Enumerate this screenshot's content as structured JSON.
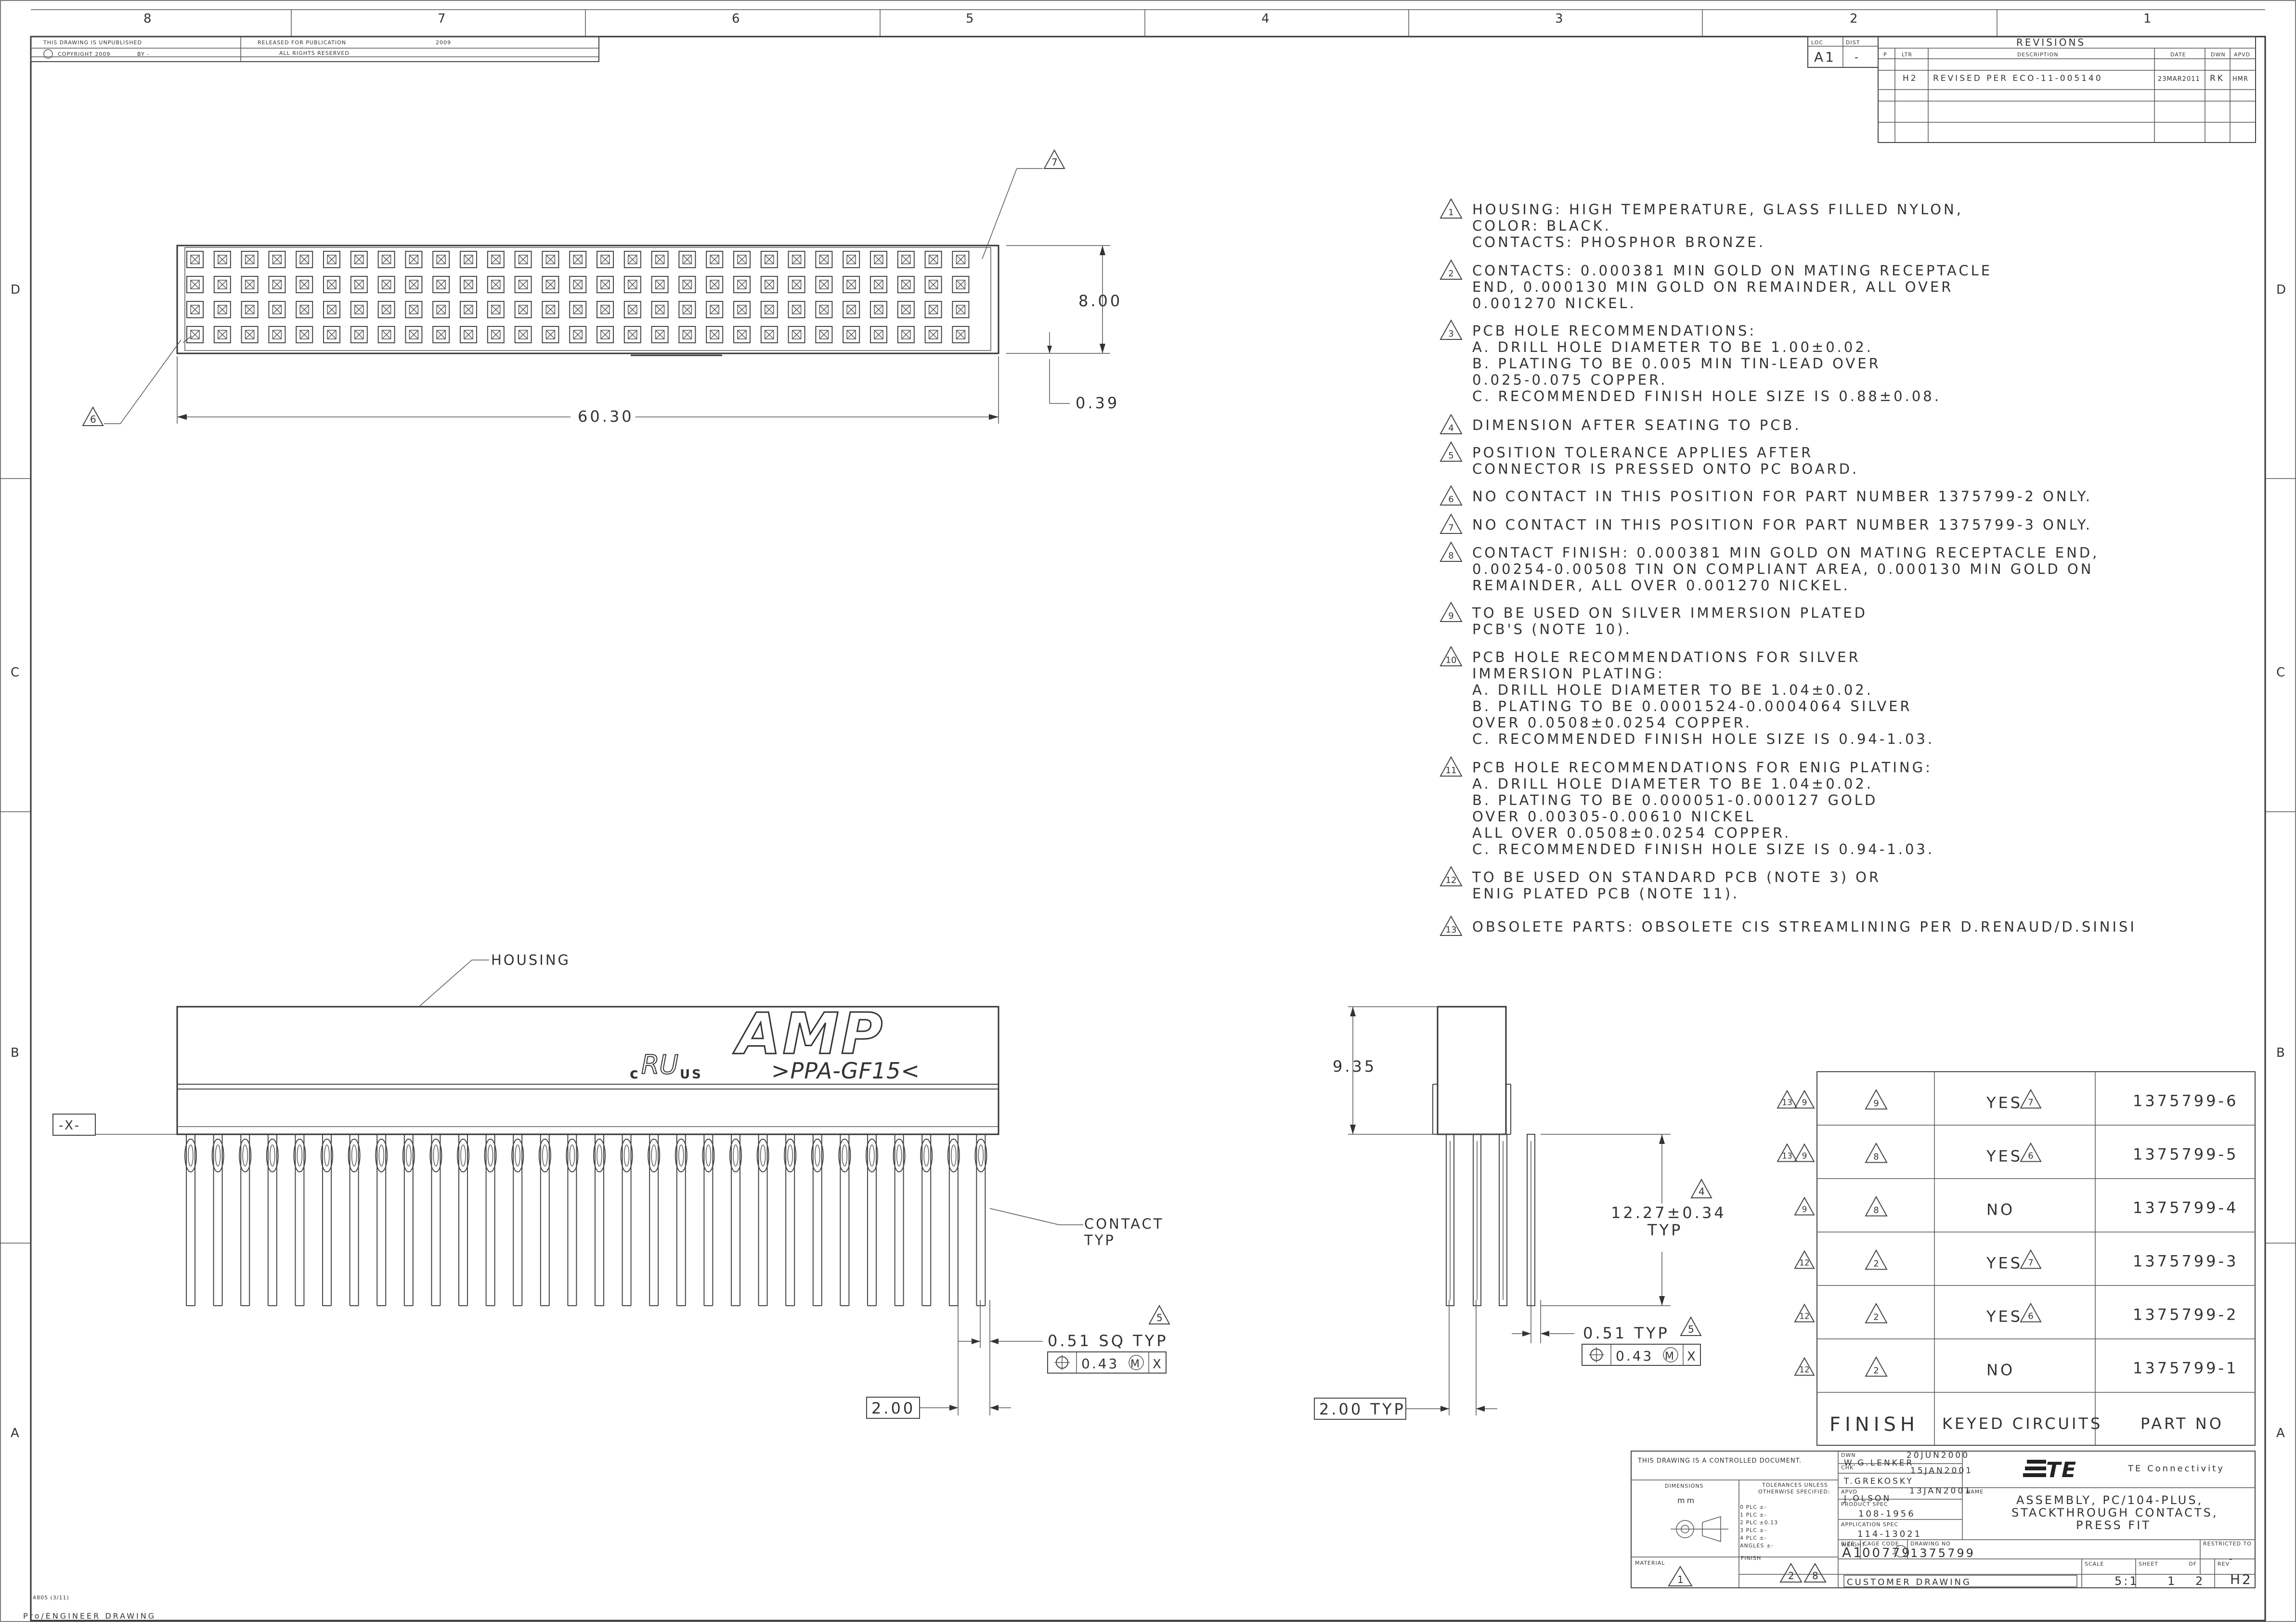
{
  "zone_cols": [
    "8",
    "7",
    "6",
    "5",
    "4",
    "3",
    "2",
    "1"
  ],
  "zone_rows": [
    "D",
    "C",
    "B",
    "A"
  ],
  "header": {
    "unpublished": "THIS DRAWING IS UNPUBLISHED",
    "copyright": "COPYRIGHT 2009",
    "by": "BY -",
    "released": "RELEASED FOR PUBLICATION",
    "year": "2009",
    "rights": "ALL RIGHTS RESERVED"
  },
  "revisions": {
    "loc_label": "LOC",
    "loc_value": "A1",
    "dist_label": "DIST",
    "dist_value": "-",
    "title": "REVISIONS",
    "col_p": "P",
    "col_ltr": "LTR",
    "col_desc": "DESCRIPTION",
    "col_date": "DATE",
    "col_dwn": "DWN",
    "col_apvd": "APVD",
    "row_ltr": "H2",
    "row_desc": "REVISED PER ECO-11-005140",
    "row_date": "23MAR2011",
    "row_dwn": "RK",
    "row_apvd": "HMR"
  },
  "top_view": {
    "flag_7": "7",
    "flag_6": "6",
    "height_dim": "8.00",
    "length_dim": "60.30",
    "offset_dim": "0.39"
  },
  "notes": [
    {
      "num": "1",
      "lines": [
        "HOUSING: HIGH TEMPERATURE, GLASS FILLED NYLON,",
        "   COLOR: BLACK.",
        "CONTACTS: PHOSPHOR BRONZE."
      ]
    },
    {
      "num": "2",
      "lines": [
        "CONTACTS: 0.000381 MIN GOLD ON MATING RECEPTACLE",
        " END, 0.000130 MIN GOLD ON REMAINDER, ALL OVER",
        " 0.001270 NICKEL."
      ]
    },
    {
      "num": "3",
      "lines": [
        "PCB HOLE RECOMMENDATIONS:",
        " A. DRILL HOLE DIAMETER TO BE 1.00±0.02.",
        " B. PLATING TO BE 0.005 MIN TIN-LEAD OVER",
        "      0.025-0.075 COPPER.",
        " C. RECOMMENDED FINISH HOLE SIZE IS 0.88±0.08."
      ]
    },
    {
      "num": "4",
      "lines": [
        "DIMENSION AFTER SEATING TO PCB."
      ]
    },
    {
      "num": "5",
      "lines": [
        "POSITION TOLERANCE APPLIES AFTER",
        " CONNECTOR IS PRESSED ONTO PC BOARD."
      ]
    },
    {
      "num": "6",
      "lines": [
        "NO CONTACT IN THIS POSITION FOR PART NUMBER 1375799-2 ONLY."
      ]
    },
    {
      "num": "7",
      "lines": [
        "NO CONTACT IN THIS POSITION FOR PART NUMBER 1375799-3 ONLY."
      ]
    },
    {
      "num": "8",
      "lines": [
        "CONTACT FINISH: 0.000381 MIN GOLD ON MATING RECEPTACLE END,",
        " 0.00254-0.00508 TIN ON COMPLIANT AREA, 0.000130 MIN GOLD ON",
        " REMAINDER,  ALL OVER 0.001270 NICKEL."
      ]
    },
    {
      "num": "9",
      "lines": [
        "TO BE USED ON SILVER IMMERSION PLATED",
        "  PCB'S (NOTE 10)."
      ]
    },
    {
      "num": "10",
      "lines": [
        "PCB HOLE RECOMMENDATIONS FOR SILVER",
        " IMMERSION PLATING:",
        "A. DRILL HOLE DIAMETER TO BE 1.04±0.02.",
        "B. PLATING TO BE 0.0001524-0.0004064 SILVER",
        "      OVER 0.0508±0.0254 COPPER.",
        "C. RECOMMENDED FINISH HOLE SIZE IS 0.94-1.03."
      ]
    },
    {
      "num": "11",
      "lines": [
        "PCB HOLE RECOMMENDATIONS FOR ENIG PLATING:",
        "A. DRILL HOLE DIAMETER TO BE 1.04±0.02.",
        "B. PLATING TO BE 0.000051-0.000127 GOLD",
        "      OVER 0.00305-0.00610 NICKEL",
        "      ALL OVER 0.0508±0.0254 COPPER.",
        "C. RECOMMENDED FINISH HOLE SIZE IS 0.94-1.03."
      ]
    },
    {
      "num": "12",
      "lines": [
        "TO BE USED ON STANDARD PCB (NOTE 3) OR",
        " ENIG PLATED PCB (NOTE 11)."
      ]
    },
    {
      "num": "13",
      "lines": [
        " OBSOLETE PARTS: OBSOLETE CIS STREAMLINING PER D.RENAUD/D.SINISI"
      ]
    }
  ],
  "side_view": {
    "housing_label": "HOUSING",
    "datum_x": "-X-",
    "logo_text": "AMP",
    "material_mark": ">PPA-GF15<",
    "ul_c": "c",
    "ul_mark": "RU",
    "ul_us": "US",
    "contact_label_1": "CONTACT",
    "contact_label_2": "TYP",
    "flag_5": "5",
    "sq_dim": "0.51 SQ TYP",
    "tol_value": "0.43",
    "tol_m": "M",
    "tol_datum": "X",
    "pitch_dim": "2.00"
  },
  "end_view": {
    "height_dim": "9.35",
    "flag_4": "4",
    "tail_dim_1": "12.27±0.34",
    "tail_dim_2": "TYP",
    "tail_dim": "0.51 TYP",
    "flag_5": "5",
    "tol_value": "0.43",
    "tol_m": "M",
    "tol_datum": "X",
    "pitch_dim": "2.00 TYP"
  },
  "part_table": {
    "rows": [
      {
        "flags": [
          "13",
          "9"
        ],
        "finish": "9",
        "keyed": "YES",
        "keyed_flag": "7",
        "part": "1375799-6"
      },
      {
        "flags": [
          "13",
          "9"
        ],
        "finish": "8",
        "keyed": "YES",
        "keyed_flag": "6",
        "part": "1375799-5"
      },
      {
        "flags": [
          "9"
        ],
        "finish": "8",
        "keyed": "NO",
        "keyed_flag": "",
        "part": "1375799-4"
      },
      {
        "flags": [
          "12"
        ],
        "finish": "2",
        "keyed": "YES",
        "keyed_flag": "7",
        "part": "1375799-3"
      },
      {
        "flags": [
          "12"
        ],
        "finish": "2",
        "keyed": "YES",
        "keyed_flag": "6",
        "part": "1375799-2"
      },
      {
        "flags": [
          "12"
        ],
        "finish": "2",
        "keyed": "NO",
        "keyed_flag": "",
        "part": "1375799-1"
      }
    ],
    "header_finish": "FINISH",
    "header_keyed": "KEYED CIRCUITS",
    "header_part": "PART NO"
  },
  "title_block": {
    "controlled": "THIS DRAWING IS A CONTROLLED DOCUMENT.",
    "dwn_label": "DWN",
    "dwn_name": "W.G.LENKER",
    "dwn_date": "20JUN2000",
    "chk_label": "CHK",
    "chk_name": "T.GREKOSKY",
    "chk_date": "15JAN2001",
    "apvd_label": "APVD",
    "apvd_name": "J.OLSON",
    "apvd_date": "13JAN2001",
    "dimensions_label": "DIMENSIONS",
    "units": "mm",
    "tolerances_label_1": "TOLERANCES UNLESS",
    "tolerances_label_2": "OTHERWISE SPECIFIED:",
    "tol_rows": [
      "0 PLC  ±-",
      "1 PLC  ±-",
      "2 PLC  ±0.13",
      "3 PLC  ±-",
      "4 PLC  ±-",
      "ANGLES  ±-"
    ],
    "product_spec_label": "PRODUCT SPEC",
    "product_spec": "108-1956",
    "application_spec_label": "APPLICATION SPEC",
    "application_spec": "114-13021",
    "weight_label": "WEIGHT",
    "weight": "-",
    "material_label": "MATERIAL",
    "material_flag": "1",
    "finish_label": "FINISH",
    "finish_flags": [
      "2",
      "8"
    ],
    "company": "TE Connectivity",
    "logo": "TE",
    "name_label": "NAME",
    "title_lines": [
      "ASSEMBLY, PC/104-PLUS,",
      "STACKTHROUGH CONTACTS,",
      "PRESS FIT"
    ],
    "size_label": "SIZE",
    "size": "A1",
    "cage_label": "CAGE CODE",
    "cage": "00779",
    "dwg_label": "DRAWING NO",
    "dwg": "1375799",
    "restricted_label": "RESTRICTED TO",
    "restricted": "-",
    "scale_label": "SCALE",
    "scale": "5:1",
    "sheet_label": "SHEET",
    "sheet": "1",
    "of_label": "OF",
    "of": "2",
    "rev_label": "REV",
    "rev": "H2",
    "customer": "CUSTOMER DRAWING"
  },
  "footer": {
    "form_code": "4805 (3/11)",
    "software": "Pro/ENGINEER DRAWING"
  }
}
